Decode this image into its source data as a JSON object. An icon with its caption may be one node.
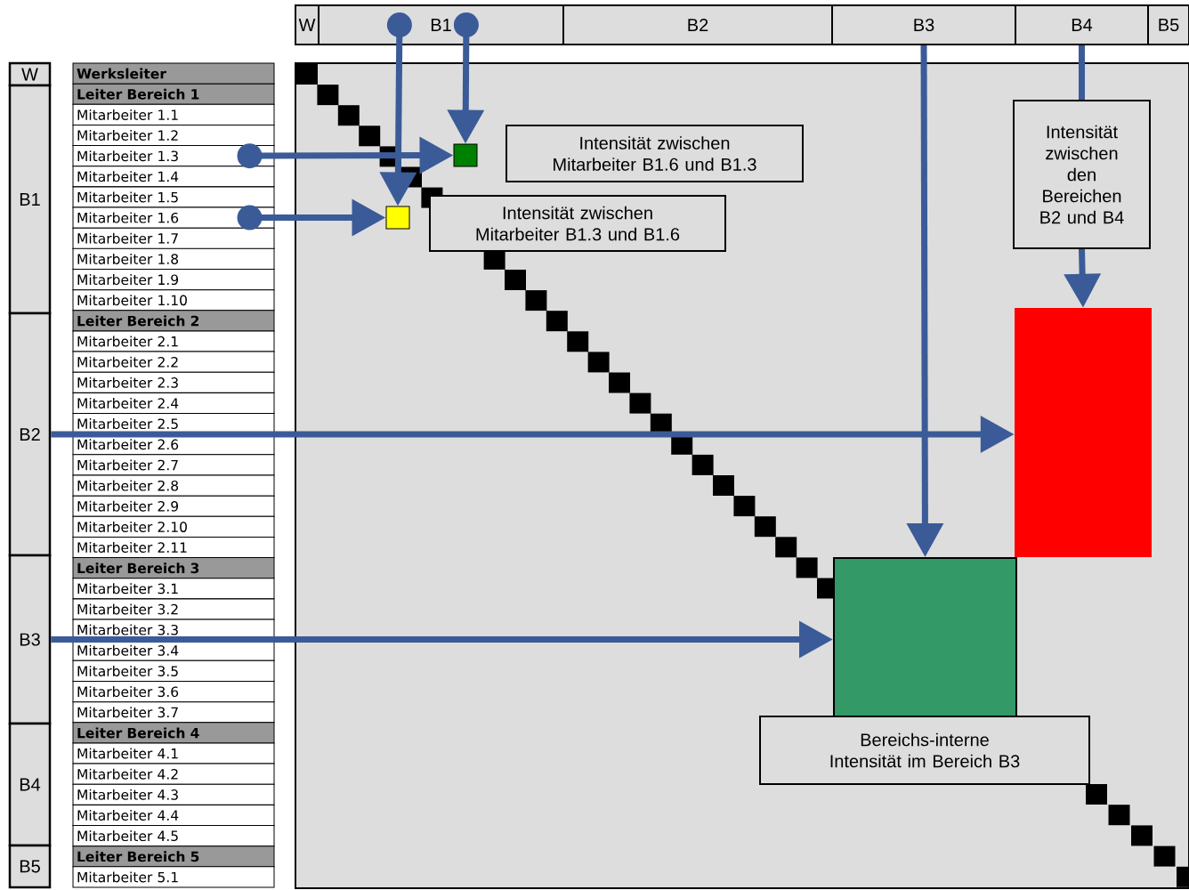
{
  "diagram": {
    "nodes": [
      {
        "text": [
          "W"
        ]
      },
      {
        "text": [
          "B1"
        ]
      },
      {
        "text": [
          "B2"
        ]
      },
      {
        "text": [
          "B3"
        ]
      },
      {
        "text": [
          "B4"
        ]
      },
      {
        "text": [
          "B5"
        ]
      },
      {
        "text": [
          "W"
        ]
      },
      {
        "text": [
          "B1"
        ]
      },
      {
        "text": [
          "B2"
        ]
      },
      {
        "text": [
          "B3"
        ]
      },
      {
        "text": [
          "B4"
        ]
      },
      {
        "text": [
          "B5"
        ]
      },
      {
        "text": [
          "Werksleiter"
        ]
      },
      {
        "text": [
          "Leiter Bereich 1"
        ]
      },
      {
        "text": [
          "Mitarbeiter 1.1"
        ]
      },
      {
        "text": [
          "Mitarbeiter 1.2"
        ]
      },
      {
        "text": [
          "Mitarbeiter 1.3"
        ]
      },
      {
        "text": [
          "Mitarbeiter 1.4"
        ]
      },
      {
        "text": [
          "Mitarbeiter 1.5"
        ]
      },
      {
        "text": [
          "Mitarbeiter 1.6"
        ]
      },
      {
        "text": [
          "Mitarbeiter 1.7"
        ]
      },
      {
        "text": [
          "Mitarbeiter 1.8"
        ]
      },
      {
        "text": [
          "Mitarbeiter 1.9"
        ]
      },
      {
        "text": [
          "Mitarbeiter 1.10"
        ]
      },
      {
        "text": [
          "Leiter Bereich 2"
        ]
      },
      {
        "text": [
          "Mitarbeiter 2.1"
        ]
      },
      {
        "text": [
          "Mitarbeiter 2.2"
        ]
      },
      {
        "text": [
          "Mitarbeiter 2.3"
        ]
      },
      {
        "text": [
          "Mitarbeiter 2.4"
        ]
      },
      {
        "text": [
          "Mitarbeiter 2.5"
        ]
      },
      {
        "text": [
          "Mitarbeiter 2.6"
        ]
      },
      {
        "text": [
          "Mitarbeiter 2.7"
        ]
      },
      {
        "text": [
          "Mitarbeiter 2.8"
        ]
      },
      {
        "text": [
          "Mitarbeiter 2.9"
        ]
      },
      {
        "text": [
          "Mitarbeiter 2.10"
        ]
      },
      {
        "text": [
          "Mitarbeiter 2.11"
        ]
      },
      {
        "text": [
          "Leiter Bereich 3"
        ]
      },
      {
        "text": [
          "Mitarbeiter 3.1"
        ]
      },
      {
        "text": [
          "Mitarbeiter 3.2"
        ]
      },
      {
        "text": [
          "Mitarbeiter 3.3"
        ]
      },
      {
        "text": [
          "Mitarbeiter 3.4"
        ]
      },
      {
        "text": [
          "Mitarbeiter 3.5"
        ]
      },
      {
        "text": [
          "Mitarbeiter 3.6"
        ]
      },
      {
        "text": [
          "Mitarbeiter 3.7"
        ]
      },
      {
        "text": [
          "Leiter Bereich 4"
        ]
      },
      {
        "text": [
          "Mitarbeiter 4.1"
        ]
      },
      {
        "text": [
          "Mitarbeiter 4.2"
        ]
      },
      {
        "text": [
          "Mitarbeiter 4.3"
        ]
      },
      {
        "text": [
          "Mitarbeiter 4.4"
        ]
      },
      {
        "text": [
          "Mitarbeiter 4.5"
        ]
      },
      {
        "text": [
          "Leiter Bereich 5"
        ]
      },
      {
        "text": [
          "Mitarbeiter 5.1"
        ]
      },
      {
        "text": [],
        "shape": "box"
      },
      {
        "text": [],
        "shape": "box",
        "in": 52
      },
      {
        "text": [
          "Intensität zwischen Mitarbeiter B1.6 und B1.3"
        ],
        "in": 52
      },
      {
        "text": [],
        "shape": "box",
        "in": 52
      },
      {
        "text": [
          "Intensität zwischen Mitarbeiter B1.3 und B1.6"
        ],
        "in": 52
      },
      {
        "text": [
          "Intensität zwischen den Bereichen B2 und B4"
        ],
        "in": 52
      },
      {
        "text": [],
        "shape": "box",
        "in": 52
      },
      {
        "text": [],
        "shape": "box",
        "in": 52
      },
      {
        "text": [
          "Bereichs-interne Intensität im Bereich B3"
        ],
        "in": 52
      }
    ],
    "edges": [
      {
        "from": 16,
        "to": 53,
        "arrow": "to"
      },
      {
        "from": 1,
        "to": 53,
        "arrow": "to"
      },
      {
        "from": 19,
        "to": 55,
        "arrow": "to"
      },
      {
        "from": 1,
        "to": 55,
        "arrow": "to"
      },
      {
        "from": 8,
        "to": 58,
        "arrow": "to"
      },
      {
        "from": 9,
        "to": 59,
        "arrow": "to"
      },
      {
        "from": 3,
        "to": 59,
        "arrow": "to"
      },
      {
        "from": 4,
        "to": 57,
        "arrow": "none"
      },
      {
        "from": 57,
        "to": 58,
        "arrow": "to"
      }
    ]
  }
}
